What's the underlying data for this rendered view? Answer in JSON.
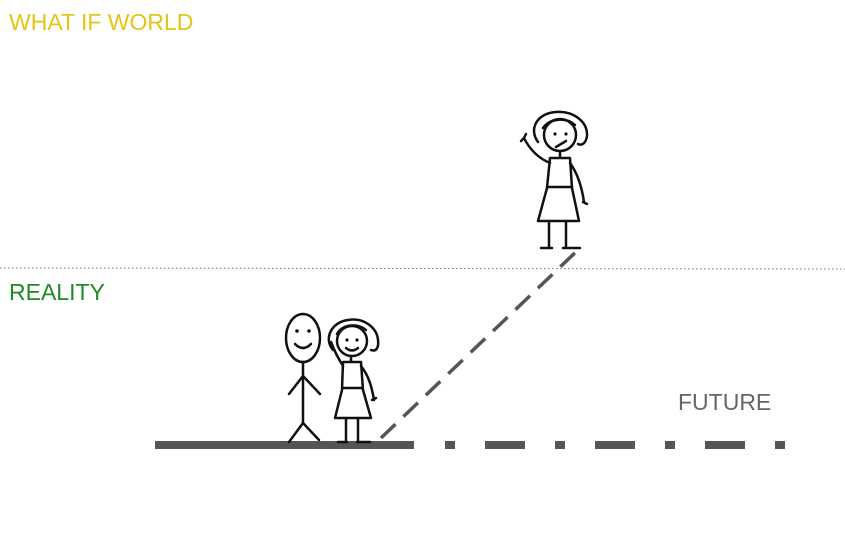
{
  "labels": {
    "what_if_world": "WHAT IF WORLD",
    "reality": "REALITY",
    "future": "FUTURE"
  },
  "colors": {
    "what_if_world": "#e3c516",
    "reality": "#1f8a1f",
    "future": "#666666",
    "timeline": "#555555",
    "divider": "#777777",
    "figure_stroke": "#111111"
  },
  "icons": [
    "stick-man-icon",
    "stick-woman-icon",
    "stick-woman-waving-icon"
  ]
}
